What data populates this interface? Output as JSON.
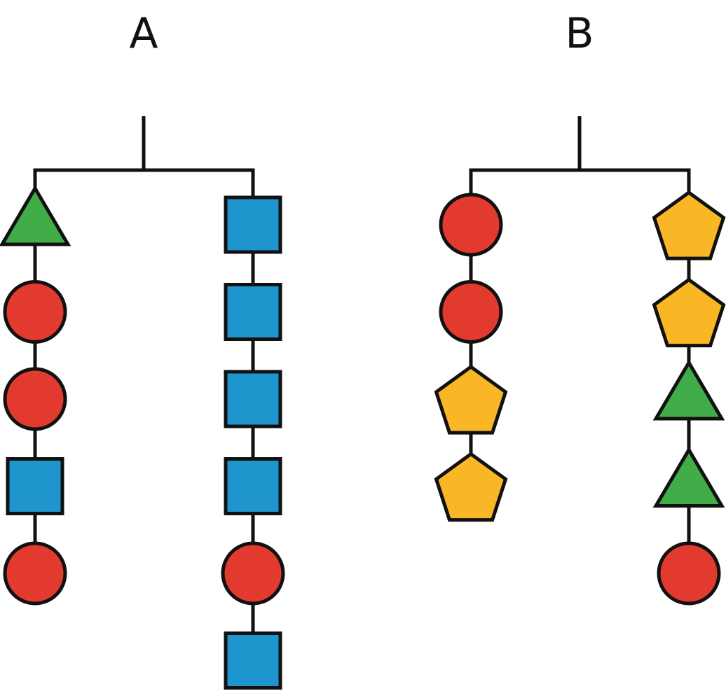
{
  "colors": {
    "stroke": "#111111",
    "circle": "#e33a30",
    "square": "#1e96cd",
    "triangle": "#41ad48",
    "pentagon": "#f9b725"
  },
  "mobiles": [
    {
      "label": "A",
      "strands": [
        {
          "shapes": [
            "triangle",
            "circle",
            "circle",
            "square",
            "circle"
          ]
        },
        {
          "shapes": [
            "square",
            "square",
            "square",
            "square",
            "circle",
            "square"
          ]
        }
      ]
    },
    {
      "label": "B",
      "strands": [
        {
          "shapes": [
            "circle",
            "circle",
            "pentagon",
            "pentagon"
          ]
        },
        {
          "shapes": [
            "pentagon",
            "pentagon",
            "triangle",
            "triangle",
            "circle"
          ]
        }
      ]
    }
  ]
}
